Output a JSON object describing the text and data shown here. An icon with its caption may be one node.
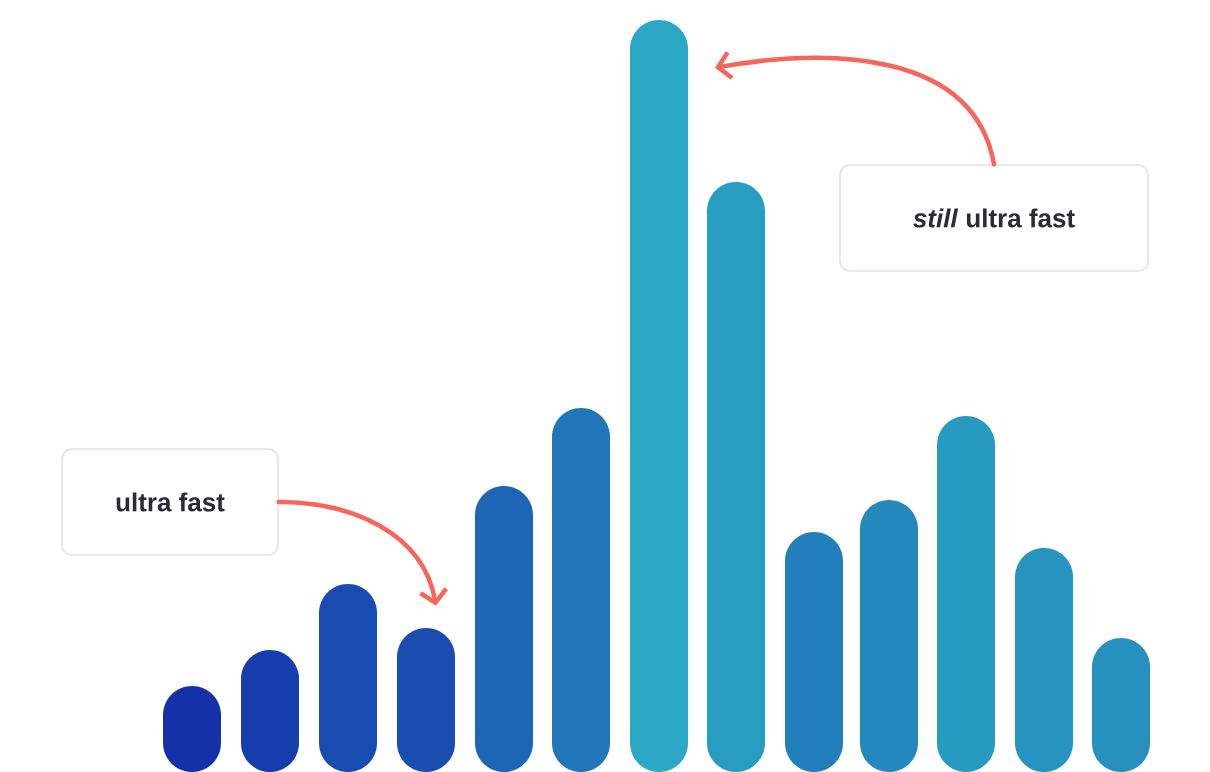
{
  "diagram": {
    "nodes": [
      {
        "text": [],
        "shape": "bar"
      },
      {
        "text": [],
        "shape": "bar"
      },
      {
        "text": [],
        "shape": "bar"
      },
      {
        "text": [],
        "shape": "bar"
      },
      {
        "text": [],
        "shape": "bar"
      },
      {
        "text": [],
        "shape": "bar"
      },
      {
        "text": [],
        "shape": "bar"
      },
      {
        "text": [],
        "shape": "bar"
      },
      {
        "text": [],
        "shape": "bar"
      },
      {
        "text": [],
        "shape": "bar"
      },
      {
        "text": [],
        "shape": "bar"
      },
      {
        "text": [],
        "shape": "bar"
      },
      {
        "text": [],
        "shape": "bar"
      },
      {
        "text": [
          "ultra fast"
        ]
      },
      {
        "text": [
          "*still* ultra fast"
        ]
      }
    ],
    "edges": [
      {
        "from": 13,
        "to": 3,
        "arrow": "to"
      },
      {
        "from": 14,
        "to": 6,
        "arrow": "to"
      }
    ]
  }
}
